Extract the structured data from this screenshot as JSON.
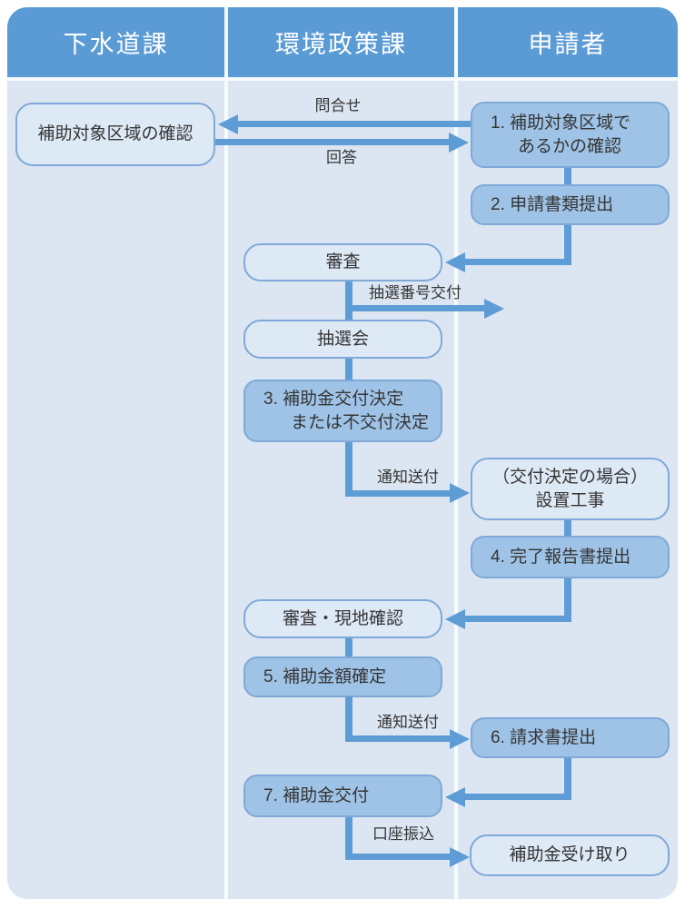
{
  "header": {
    "lanes": [
      "下水道課",
      "環境政策課",
      "申請者"
    ]
  },
  "boxes": {
    "area_check": "補助対象区域の確認",
    "step1": "1. 補助対象区域で\nあるかの確認",
    "step2": "2. 申請書類提出",
    "shinsa": "審査",
    "chusenkai": "抽選会",
    "step3": "3. 補助金交付決定\nまたは不交付決定",
    "secchi": "（交付決定の場合）\n設置工事",
    "step4": "4. 完了報告書提出",
    "genchi_kakunin": "審査・現地確認",
    "step5": "5. 補助金額確定",
    "step6": "6. 請求書提出",
    "step7": "7. 補助金交付",
    "uketori": "補助金受け取り"
  },
  "arrow_labels": {
    "inquiry": "問合せ",
    "reply": "回答",
    "lottery_number": "抽選番号交付",
    "notice1": "通知送付",
    "notice2": "通知送付",
    "bank_transfer": "口座振込"
  },
  "colors": {
    "header_blue": "#5B9BD5",
    "lane_background": "#DCE6F2",
    "box_light_fill": "#DEE9F6",
    "box_medium_fill": "#9FC3E7",
    "box_border": "#7FA9D8",
    "arrow_blue": "#5E9CD6",
    "header_text": "#FFFFFF",
    "body_text": "#353535"
  }
}
